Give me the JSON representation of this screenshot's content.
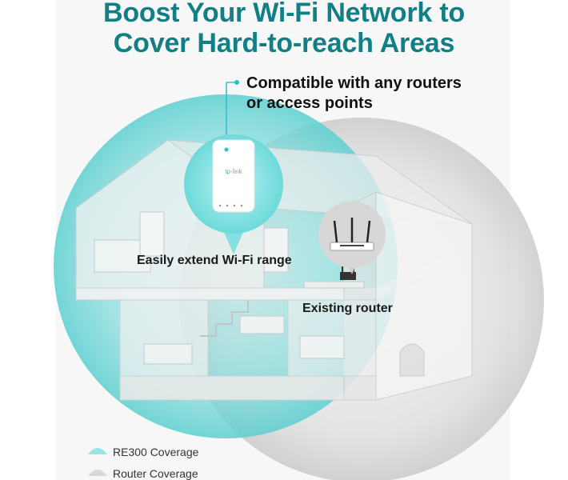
{
  "headline": {
    "line1": "Boost Your Wi-Fi Network to",
    "line2": "Cover Hard-to-reach Areas"
  },
  "callout": {
    "line1": "Compatible with any routers",
    "line2": "or access points"
  },
  "extender": {
    "label": "Easily extend Wi-Fi range",
    "brand": "tp-link"
  },
  "router": {
    "label": "Existing router"
  },
  "legend": [
    {
      "label": "RE300 Coverage",
      "color": "#8fe0e0"
    },
    {
      "label": "Router Coverage",
      "color": "#d4d4d4"
    }
  ],
  "colors": {
    "accent": "#127f86",
    "extender_coverage": "#7fdbdb",
    "router_coverage": "#cfcfcf"
  }
}
